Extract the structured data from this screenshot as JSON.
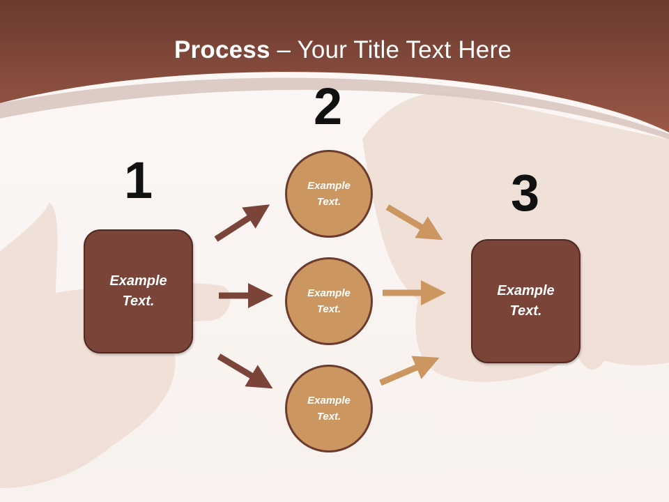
{
  "title": {
    "bold_part": "Process",
    "rest_part": " – Your Title Text Here"
  },
  "steps": [
    {
      "number": "1",
      "text": "Example\nText."
    },
    {
      "number": "2",
      "items": [
        "Example\nText.",
        "Example\nText.",
        "Example\nText."
      ]
    },
    {
      "number": "3",
      "text": "Example\nText."
    }
  ],
  "colors": {
    "header_dark": "#6e3b30",
    "header_light": "#9a5a48",
    "box_fill": "#7b4438",
    "circle_fill": "#cc9661",
    "arrow_dark": "#7b4438",
    "arrow_light": "#cc9661"
  },
  "icons": [
    "arrow-right-icon"
  ]
}
